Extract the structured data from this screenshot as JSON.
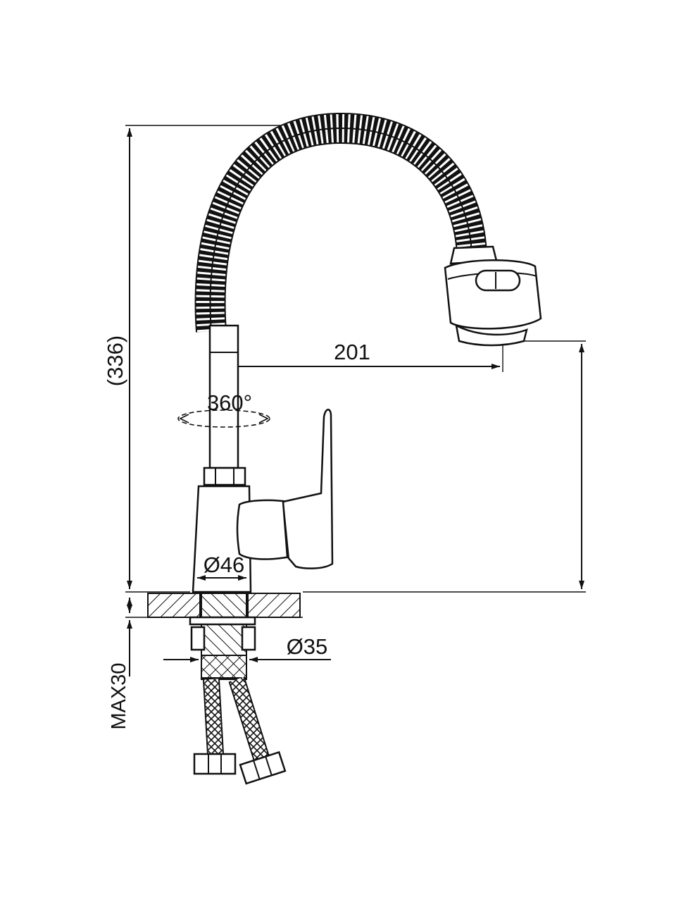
{
  "dimensions": {
    "total_height": "(336)",
    "spout_reach": "201",
    "rotation": "360°",
    "body_diameter": "Ø46",
    "mount_diameter": "Ø35",
    "max_thickness": "MAX30"
  }
}
